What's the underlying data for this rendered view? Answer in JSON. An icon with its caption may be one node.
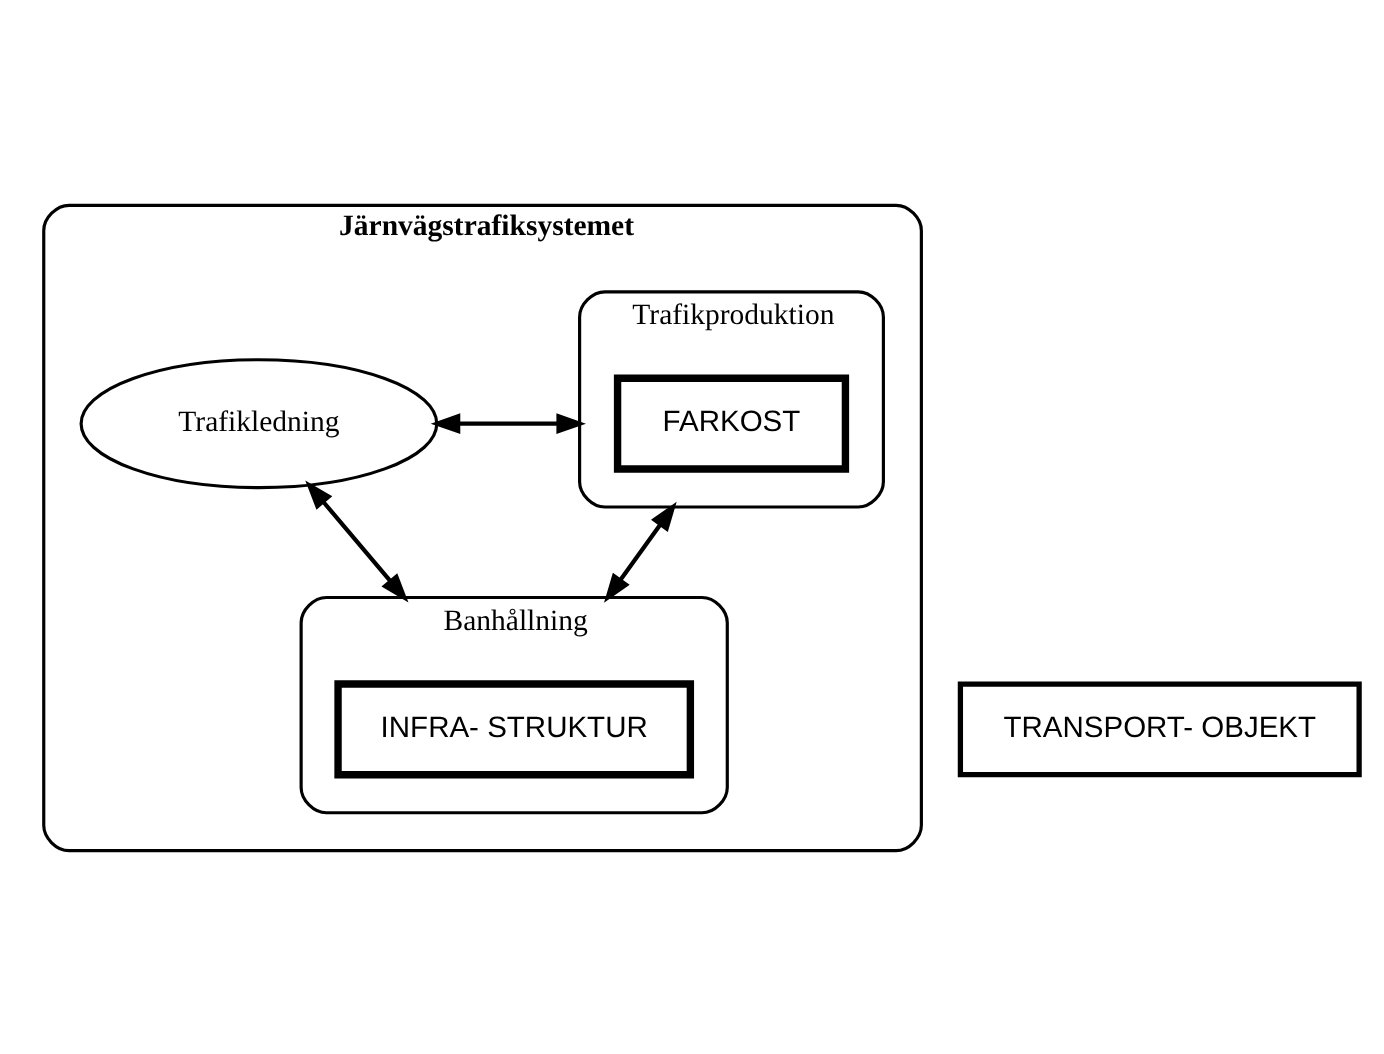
{
  "diagram": {
    "nodes": [
      {
        "text": [
          "Järnvägstrafiksystemet"
        ]
      },
      {
        "text": [
          "Trafikproduktion"
        ],
        "in": 0
      },
      {
        "text": [
          "FARKOST"
        ],
        "in": 1
      },
      {
        "text": [
          "Trafikledning"
        ],
        "in": 0
      },
      {
        "text": [
          "Banhållning"
        ],
        "in": 0
      },
      {
        "text": [
          "INFRA- STRUKTUR"
        ],
        "in": 4
      },
      {
        "text": [
          "TRANSPORT- OBJEKT"
        ]
      }
    ],
    "edges": [
      {
        "from": 1,
        "to": 3,
        "arrow": "both"
      },
      {
        "from": 1,
        "to": 4,
        "arrow": "both"
      },
      {
        "from": 3,
        "to": 4,
        "arrow": "both"
      }
    ]
  }
}
